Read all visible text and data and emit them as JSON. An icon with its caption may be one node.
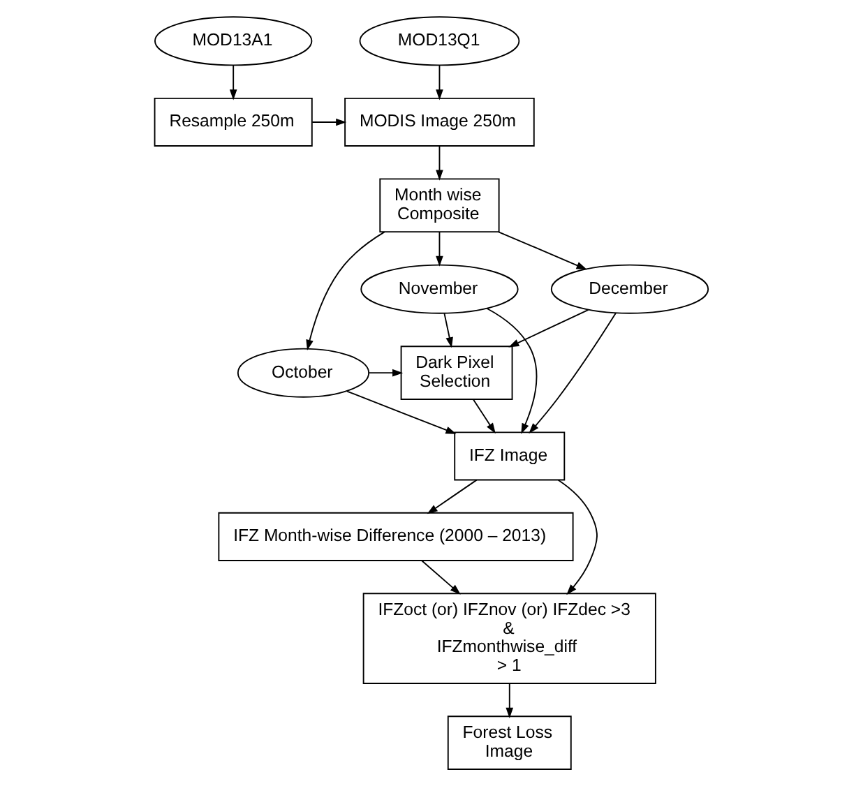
{
  "diagram": {
    "nodes": [
      {
        "text": [
          "MOD13Q1"
        ]
      },
      {
        "text": [
          "MOD13A1"
        ]
      },
      {
        "text": [
          "MODIS Image 250m"
        ]
      },
      {
        "text": [
          "Resample 250m"
        ]
      },
      {
        "text": [
          "Month wise Composite"
        ]
      },
      {
        "text": [
          "October"
        ]
      },
      {
        "text": [
          "November"
        ]
      },
      {
        "text": [
          "December"
        ]
      },
      {
        "text": [
          "Dark Pixel Selection"
        ]
      },
      {
        "text": [
          "IFZ Image"
        ]
      },
      {
        "text": [
          "IFZ Month-wise Difference (2000 – 2013)"
        ]
      },
      {
        "text": [
          "IFZoct (or) IFZnov (or) IFZdec >3",
          "&",
          "IFZmonthwise_diff > 1"
        ]
      },
      {
        "text": [
          "Forest Loss Image"
        ]
      }
    ],
    "edges": [
      {
        "from": 0,
        "to": 2,
        "arrow": "to"
      },
      {
        "from": 1,
        "to": 3,
        "arrow": "to"
      },
      {
        "from": 3,
        "to": 2,
        "arrow": "to"
      },
      {
        "from": 2,
        "to": 4,
        "arrow": "to"
      },
      {
        "from": 4,
        "to": 5,
        "arrow": "to"
      },
      {
        "from": 4,
        "to": 6,
        "arrow": "to"
      },
      {
        "from": 4,
        "to": 7,
        "arrow": "to"
      },
      {
        "from": 5,
        "to": 8,
        "arrow": "to"
      },
      {
        "from": 6,
        "to": 8,
        "arrow": "to"
      },
      {
        "from": 7,
        "to": 8,
        "arrow": "to"
      },
      {
        "from": 5,
        "to": 9,
        "arrow": "to"
      },
      {
        "from": 6,
        "to": 9,
        "arrow": "to"
      },
      {
        "from": 7,
        "to": 9,
        "arrow": "to"
      },
      {
        "from": 8,
        "to": 9,
        "arrow": "to"
      },
      {
        "from": 9,
        "to": 10,
        "arrow": "to"
      },
      {
        "from": 9,
        "to": 11,
        "arrow": "to"
      },
      {
        "from": 10,
        "to": 11,
        "arrow": "to"
      },
      {
        "from": 11,
        "to": 12,
        "arrow": "to"
      }
    ]
  }
}
